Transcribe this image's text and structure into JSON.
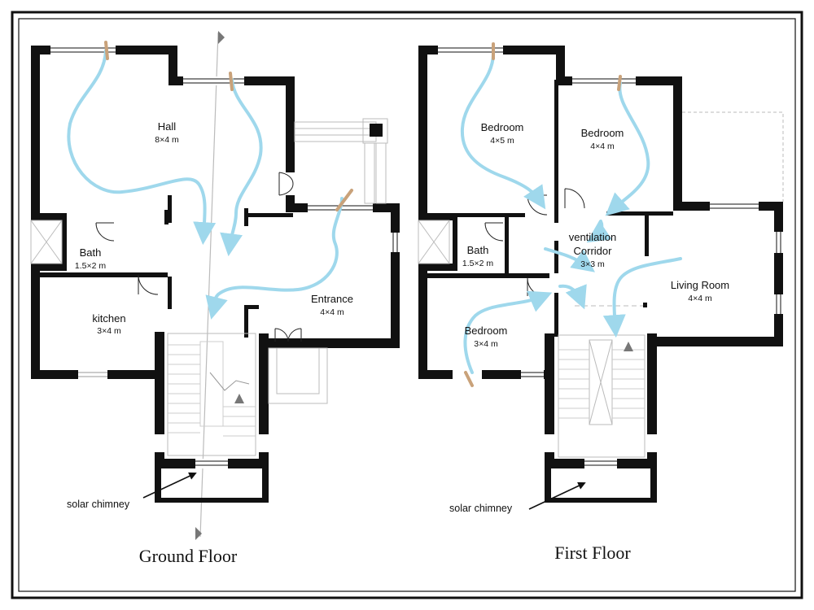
{
  "plans": {
    "ground": {
      "title": "Ground Floor",
      "rooms": {
        "hall": {
          "name": "Hall",
          "dim": "8×4 m"
        },
        "bath": {
          "name": "Bath",
          "dim": "1.5×2 m"
        },
        "kitchen": {
          "name": "kitchen",
          "dim": "3×4 m"
        },
        "entrance": {
          "name": "Entrance",
          "dim": "4×4 m"
        }
      },
      "annotation": "solar chimney"
    },
    "first": {
      "title": "First Floor",
      "rooms": {
        "bedroom_a": {
          "name": "Bedroom",
          "dim": "4×5 m"
        },
        "bedroom_b": {
          "name": "Bedroom",
          "dim": "4×4 m"
        },
        "bath": {
          "name": "Bath",
          "dim": "1.5×2 m"
        },
        "corridor": {
          "name": "Corridor",
          "dim": "3×3 m"
        },
        "corridor_note": "ventilation",
        "living": {
          "name": "Living Room",
          "dim": "4×4 m"
        },
        "bedroom_c": {
          "name": "Bedroom",
          "dim": "3×4 m"
        }
      },
      "annotation": "solar chimney"
    }
  },
  "colors": {
    "airflow": "#9fd8ec",
    "inlet": "#c9a27a",
    "wall": "#111111"
  }
}
